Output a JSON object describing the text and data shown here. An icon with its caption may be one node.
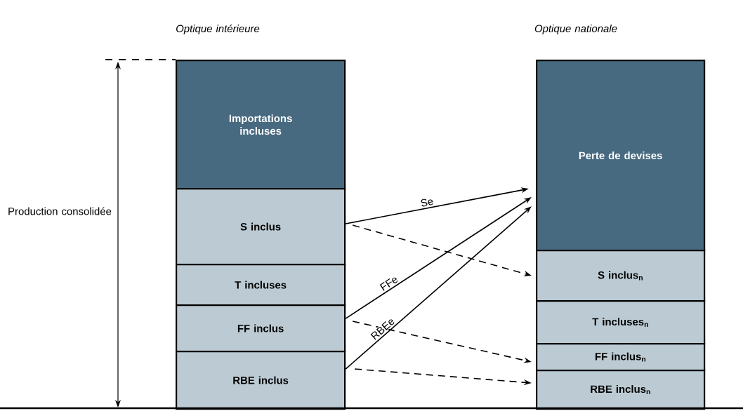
{
  "diagram": {
    "nodes": [
      {
        "text": [
          "Importations incluses"
        ]
      },
      {
        "text": [
          "S inclus"
        ]
      },
      {
        "text": [
          "T incluses"
        ]
      },
      {
        "text": [
          "FF inclus"
        ]
      },
      {
        "text": [
          "RBE inclus"
        ]
      },
      {
        "text": [
          "Perte de devises"
        ]
      },
      {
        "text": [
          "S inclus$_{n}$"
        ]
      },
      {
        "text": [
          "T incluses$_{n}$"
        ]
      },
      {
        "text": [
          "FF inclus$_{n}$"
        ]
      },
      {
        "text": [
          "RBE inclus$_{n}$"
        ]
      }
    ],
    "edges": [
      {
        "from": 1,
        "to": 5,
        "arrow": "to",
        "label": "Se"
      },
      {
        "from": 1,
        "to": 6,
        "arrow": "to",
        "style": "dashed"
      },
      {
        "from": 3,
        "to": 5,
        "arrow": "to",
        "label": "FFe"
      },
      {
        "from": 3,
        "to": 8,
        "arrow": "to",
        "style": "dashed"
      },
      {
        "from": 4,
        "to": 5,
        "arrow": "to",
        "label": "RBEe"
      },
      {
        "from": 4,
        "to": 9,
        "arrow": "to",
        "style": "dashed"
      }
    ],
    "labels": [
      "Optique intérieure",
      "Optique nationale",
      "Production consolidée"
    ]
  }
}
